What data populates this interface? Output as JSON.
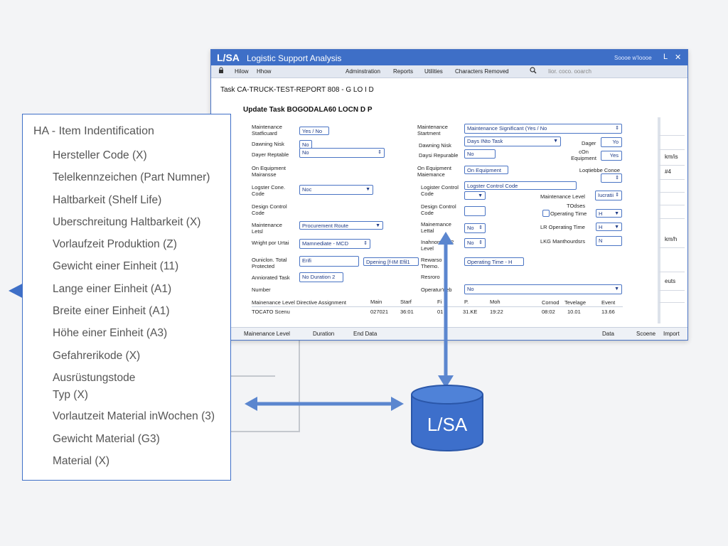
{
  "window": {
    "logo": "L/SA",
    "title": "Logistic Support Analysis",
    "search_label": "Soooe w'Ioooe",
    "controls": [
      "L",
      "✕"
    ]
  },
  "menubar": {
    "left_items": [
      "Hilow",
      "Hhow"
    ],
    "right_items": [
      "Adminstration",
      "Reports",
      "Utilities",
      "Characters Removed"
    ],
    "search_placeholder": "Iior. coco. ooarch"
  },
  "task_title": "Task CA-TRUCK-TEST-REPORT 808 - G LO I D",
  "update_title": "Update Task BOGODALA60 LOCN D P",
  "form_left": {
    "maint_stat_label": "Maintenance Statficuard",
    "maint_stat_value": "Yes / No",
    "dawning_label": "Dawning Nisk",
    "dawning_value": "No",
    "dayer_label": "Dayer Reptable",
    "dayer_value": "No",
    "on_equip_label": "On Equipment Mairansse",
    "logster_label": "Logster Cone. Code",
    "logster_value": "Noc",
    "design_label": "Design Control Code",
    "maint_letsl_label": "Maintenance Letsl",
    "maint_letsl_value": "Procurement Route",
    "wright_label": "Wright por Urtai",
    "wright_value": "Mamnediate - MCD",
    "ouniclon_label": "Ouniclon.  Total Protected",
    "ouniclon_value": "Erifi",
    "opening_value": "Dpening [f-IM Efil1",
    "anniorated_label": "Anniorated Task",
    "anniorated_value": "No Duration 2",
    "number_label": "Number"
  },
  "form_right": {
    "maint_start_label": "Maintenance Startment",
    "maint_sig_value": "Maintenance Significant (Yes / No",
    "dawning_label": "Dawning Nisk",
    "dawning_value": "Days INto Task",
    "days_label": "Daysi Repurable",
    "days_value": "No",
    "on_equip_label": "On Equipment Maiemance",
    "on_equip_value": "On Equipment",
    "logister_label": "Logister Control Code",
    "logister_value": "Logster Control Code",
    "design_label": "Design Control Code",
    "maint_lettal_label": "Mainemance Lettal",
    "maint_lettal_value": "No",
    "inahnordate_label": "Inahnordate 2 Level",
    "inahnordate_value": "No",
    "reward_label": "Rewarso Themo.",
    "reward_value": "Operating Time - H",
    "resoro_label": "Resroro",
    "operator_label": "Operatur'neb",
    "operator_value": "No"
  },
  "form_far": {
    "dager_label": "Dager",
    "dager_value": "Yo",
    "equip_label": "cOn Equipment",
    "equip_value": "Yes",
    "logti_label": "Loqtiebbe Conoe Code",
    "maint_level_label": "Maintenance Level",
    "maint_level_value": "Iucratii",
    "todses_label": "TOdses",
    "op_time_label": "Operating Time",
    "op_time_value": "H",
    "lr_label": "LR Operating Time",
    "lr_value": "H",
    "lkg_label": "LKG Manthourdsrs",
    "lkg_value": "N"
  },
  "table": {
    "headers": [
      "Mainenance Level Directive Assignment",
      "Main",
      "Starf",
      "Fi",
      "P.",
      "Moh",
      "Cornod",
      "Tevelage",
      "Event"
    ],
    "row": [
      "TOCATO Scenu",
      "027021",
      "36:01",
      "01 5",
      "31.KE",
      "19:22",
      "08:02",
      "10.01",
      "13.66"
    ]
  },
  "side_values": [
    "km/is",
    "#4",
    "km/h",
    "euts"
  ],
  "footer": {
    "left_items": [
      "Mainenance Level",
      "Duration",
      "End Data"
    ],
    "right_items": [
      "Data",
      "Scoene",
      "Import"
    ]
  },
  "panel": {
    "heading": "HA - Item Indentification",
    "items": [
      "Hersteller Code (X)",
      "Telelkennzeichen (Part Numner)",
      "Haltbarkeit (Shelf Life)",
      "Uberschreitung Haltbarkeit (X)",
      "Vorlaufzeit Produktion (Z)",
      "Gewicht einer Einheit (11)",
      "Lange einer Einheit (A1)",
      "Breite einer Einheit (A1)",
      "Höhe einer Einheit (A3)",
      "Gefahrerikode (X)",
      "Ausrüstungstode",
      "Typ (X)",
      "Vorlautzeit Material inWochen (3)",
      "Gewicht Material (G3)",
      "Material (X)"
    ]
  },
  "database": {
    "label": "L/SA"
  },
  "colors": {
    "accent": "#3e6fc7",
    "arrow": "#5b86cf",
    "db_fill": "#3d6fcb"
  }
}
